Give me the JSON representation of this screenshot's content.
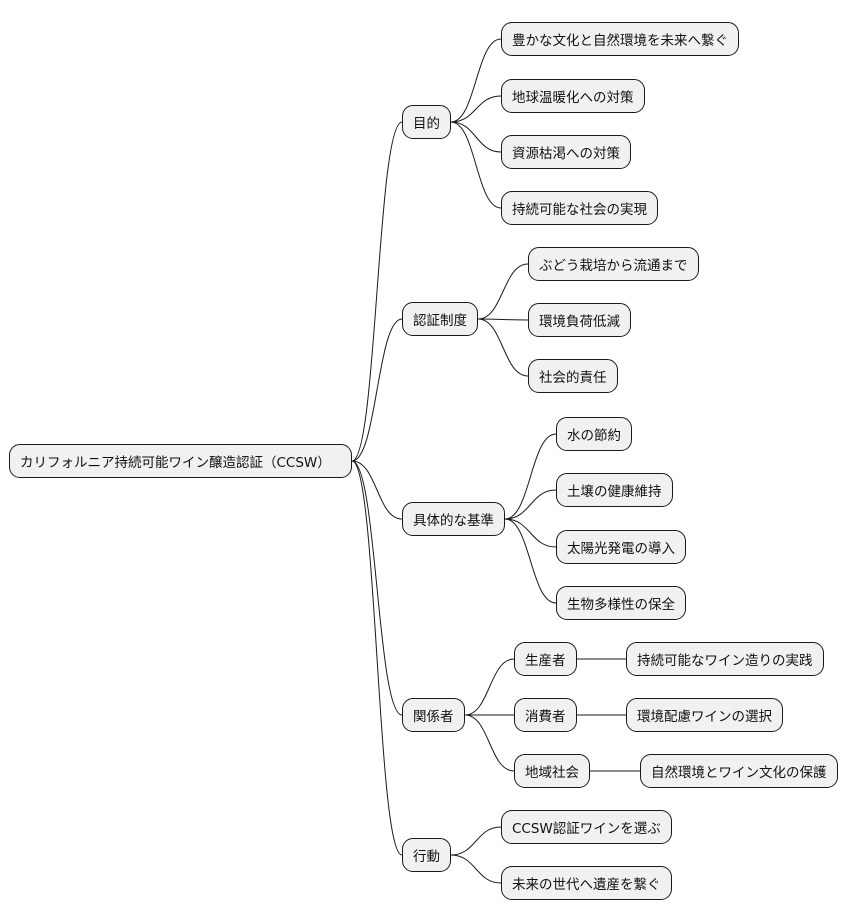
{
  "mindmap": {
    "root": {
      "label": "カリフォルニア持続可能ワイン醸造認証（CCSW）"
    },
    "branches": [
      {
        "label": "目的",
        "children": [
          {
            "label": "豊かな文化と自然環境を未来へ繋ぐ"
          },
          {
            "label": "地球温暖化への対策"
          },
          {
            "label": "資源枯渇への対策"
          },
          {
            "label": "持続可能な社会の実現"
          }
        ]
      },
      {
        "label": "認証制度",
        "children": [
          {
            "label": "ぶどう栽培から流通まで"
          },
          {
            "label": "環境負荷低減"
          },
          {
            "label": "社会的責任"
          }
        ]
      },
      {
        "label": "具体的な基準",
        "children": [
          {
            "label": "水の節約"
          },
          {
            "label": "土壌の健康維持"
          },
          {
            "label": "太陽光発電の導入"
          },
          {
            "label": "生物多様性の保全"
          }
        ]
      },
      {
        "label": "関係者",
        "children": [
          {
            "label": "生産者",
            "children": [
              {
                "label": "持続可能なワイン造りの実践"
              }
            ]
          },
          {
            "label": "消費者",
            "children": [
              {
                "label": "環境配慮ワインの選択"
              }
            ]
          },
          {
            "label": "地域社会",
            "children": [
              {
                "label": "自然環境とワイン文化の保護"
              }
            ]
          }
        ]
      },
      {
        "label": "行動",
        "children": [
          {
            "label": "CCSW認証ワインを選ぶ"
          },
          {
            "label": "未来の世代へ遺産を繋ぐ"
          }
        ]
      }
    ]
  }
}
